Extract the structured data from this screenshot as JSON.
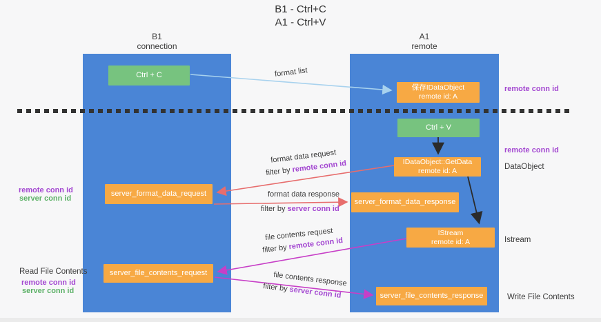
{
  "title": {
    "line1": "B1 - Ctrl+C",
    "line2": "A1 - Ctrl+V"
  },
  "lanes": {
    "left": {
      "name": "B1",
      "sub": "connection"
    },
    "right": {
      "name": "A1",
      "sub": "remote"
    }
  },
  "boxes": {
    "ctrl_c": {
      "label": "Ctrl + C"
    },
    "ctrl_v": {
      "label": "Ctrl + V"
    },
    "save_dataobject": {
      "label": "保存IDataObject",
      "sub": "remote id: A"
    },
    "getdata": {
      "label": "IDataObject::GetData",
      "sub": "remote id: A"
    },
    "istream": {
      "label": "IStream",
      "sub": "remote id: A"
    },
    "format_request": {
      "label": "server_format_data_request"
    },
    "format_response": {
      "label": "server_format_data_response"
    },
    "file_request": {
      "label": "server_file_contents_request"
    },
    "file_response": {
      "label": "server_file_contents_response"
    }
  },
  "flow_labels": {
    "format_list": "format list",
    "format_data_request": "format data request",
    "format_data_response": "format data response",
    "file_contents_request": "file contents request",
    "file_contents_response": "file contents response",
    "filter_by": "filter by ",
    "remote_conn_id": "remote conn id",
    "server_conn_id": "server conn id"
  },
  "side_labels": {
    "right_remote_top": "remote conn id",
    "right_remote_mid": "remote conn id",
    "dataobject": "DataObject",
    "istream": "Istream",
    "write_file": "Write File Contents",
    "left_remote_1": "remote conn id",
    "left_server_1": "server conn id",
    "read_file": "Read File Contents",
    "left_remote_2": "remote conn id",
    "left_server_2": "server conn id"
  },
  "colors": {
    "bg": "#f7f7f8",
    "lane_blue": "#4a85d6",
    "box_orange": "#f7a944",
    "box_green": "#77c37f",
    "arrow_red": "#e76d6d",
    "arrow_magenta": "#c73fc7",
    "arrow_lightblue": "#a8d2ee",
    "text_purple": "#a347d1",
    "text_green": "#5cb167",
    "text_dark": "#3c3c3c",
    "dash": "#333333"
  }
}
